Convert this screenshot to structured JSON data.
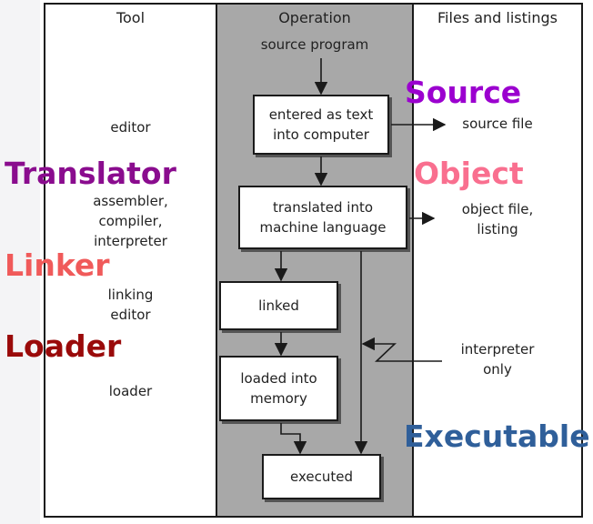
{
  "headers": {
    "tool": "Tool",
    "operation": "Operation",
    "files": "Files and listings"
  },
  "tools": {
    "editor": "editor",
    "translator": "assembler,\ncompiler,\ninterpreter",
    "linker": "linking\neditor",
    "loader": "loader"
  },
  "operation": {
    "source_program": "source program",
    "entered": "entered as text\ninto computer",
    "translated": "translated into\nmachine language",
    "linked": "linked",
    "loaded": "loaded into\nmemory",
    "executed": "executed"
  },
  "files": {
    "source_file": "source file",
    "object_file": "object file,\nlisting",
    "interpreter_only": "interpreter\nonly"
  },
  "overlay_labels": {
    "source": "Source",
    "object": "Object",
    "translator": "Translator",
    "linker": "Linker",
    "loader": "Loader",
    "executable": "Executable"
  },
  "colors": {
    "source": "#9b00cf",
    "object": "#f96f8f",
    "translator": "#8a0c8e",
    "linker": "#f05a5a",
    "loader": "#9a0a0a",
    "executable": "#2f5f9a",
    "operation_column": "#a8a8a8"
  }
}
